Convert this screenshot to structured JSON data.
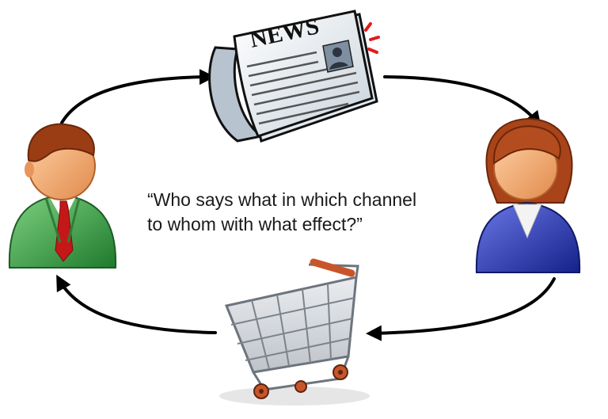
{
  "diagram": {
    "newspaper": {
      "headline": "NEWS",
      "icon": "newspaper-icon"
    },
    "quote": {
      "line1": "“Who says what in which channel",
      "line2": "to whom with what effect?”"
    },
    "nodes": [
      {
        "icon": "male-person-icon",
        "shirt_color": "#3fa34d"
      },
      {
        "icon": "newspaper-icon"
      },
      {
        "icon": "female-person-icon",
        "shirt_color": "#2b39b4"
      },
      {
        "icon": "shopping-cart-icon",
        "handle_color": "#c8552a"
      }
    ],
    "arrow_color": "#000000"
  }
}
